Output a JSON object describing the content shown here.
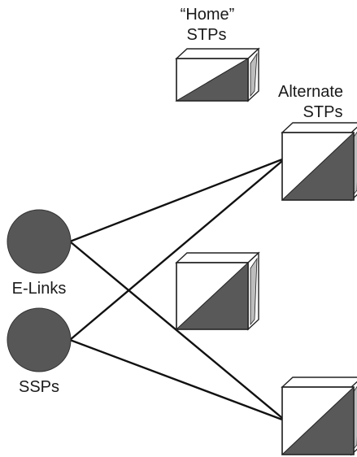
{
  "labels": {
    "home_stps_line1": "“Home”",
    "home_stps_line2": "STPs",
    "alternate_stps_line1": "Alternate",
    "alternate_stps_line2": "STPs",
    "e_links": "E-Links",
    "ssps": "SSPs"
  },
  "colors": {
    "node_fill": "#575757",
    "cube_shade": "#595959",
    "line": "#111111"
  },
  "icons": {
    "stp_node": "stp-cube-icon",
    "ssp_node": "circle-node-icon"
  }
}
